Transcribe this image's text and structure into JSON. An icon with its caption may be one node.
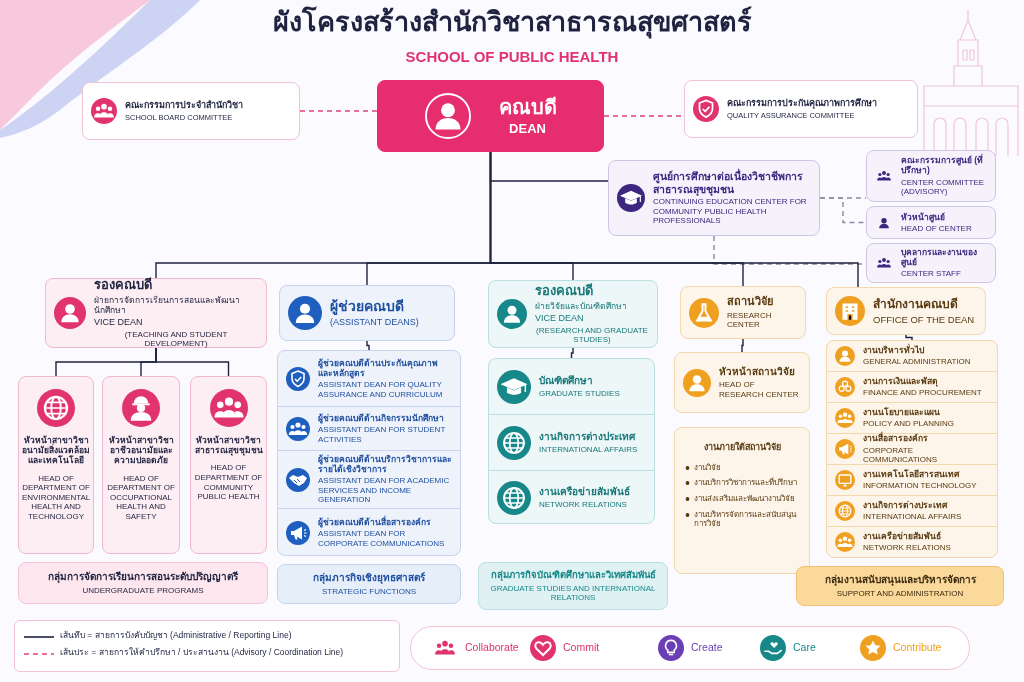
{
  "diagram": {
    "title": "ผังโครงสร้างสำนักวิชาสาธารณสุขศาสตร์",
    "nodes": [
      {
        "text": [
          "คณะกรรมการประจำสำนักวิชา",
          "SCHOOL BOARD COMMITTEE"
        ]
      },
      {
        "text": [
          "คณบดี",
          "DEAN"
        ]
      },
      {
        "text": [
          "คณะกรรมการประกันคุณภาพการศึกษา",
          "QUALITY ASSURANCE COMMITTEE"
        ]
      },
      {
        "text": [
          "ศูนย์การศึกษาต่อเนื่องวิชาชีพการสาธารณสุขชุมชน",
          "CONTINUING EDUCATION CENTER FOR COMMUNITY PUBLIC HEALTH PROFESSIONALS"
        ]
      },
      {
        "text": [
          "คณะกรรมการศูนย์ (ที่ปรึกษา)",
          "CENTER COMMITTEE (ADVISORY)"
        ]
      },
      {
        "text": [
          "หัวหน้าศูนย์",
          "HEAD OF CENTER"
        ]
      },
      {
        "text": [
          "บุคลากรและงานของศูนย์",
          "CENTER STAFF"
        ]
      },
      {
        "text": [
          "รองคณบดี",
          "ฝ่ายการจัดการเรียนการสอนและพัฒนานักศึกษา",
          "VICE DEAN",
          "(TEACHING AND STUDENT DEVELOPMENT)"
        ]
      },
      {
        "text": [
          "หัวหน้าสาขาวิชาอนามัยสิ่งแวดล้อมและเทคโนโลยี",
          "HEAD OF DEPARTMENT OF ENVIRONMENTAL HEALTH AND TECHNOLOGY"
        ]
      },
      {
        "text": [
          "หัวหน้าสาขาวิชาอาชีวอนามัยและความปลอดภัย",
          "HEAD OF DEPARTMENT OF OCCUPATIONAL HEALTH AND SAFETY"
        ]
      },
      {
        "text": [
          "หัวหน้าสาขาวิชาสาธารณสุขชุมชน",
          "HEAD OF DEPARTMENT OF COMMUNITY PUBLIC HEALTH"
        ]
      },
      {
        "text": [
          "กลุ่มการจัดการเรียนการสอนระดับปริญญาตรี",
          "UNDERGRADUATE PROGRAMS"
        ]
      },
      {
        "text": [
          "ผู้ช่วยคณบดี",
          "(ASSISTANT DEANS)"
        ]
      },
      {
        "text": [],
        "shape": "box"
      },
      {
        "text": [
          "ผู้ช่วยคณบดีด้านประกันคุณภาพและหลักสูตร",
          "ASSISTANT DEAN FOR QUALITY ASSURANCE AND CURRICULUM"
        ],
        "in": 13
      },
      {
        "text": [
          "ผู้ช่วยคณบดีด้านกิจกรรมนักศึกษา",
          "ASSISTANT DEAN FOR STUDENT ACTIVITIES"
        ],
        "in": 13
      },
      {
        "text": [
          "ผู้ช่วยคณบดีด้านบริการวิชาการและรายได้เชิงวิชาการ",
          "ASSISTANT DEAN FOR ACADEMIC SERVICES AND INCOME GENERATION"
        ],
        "in": 13
      },
      {
        "text": [
          "ผู้ช่วยคณบดีด้านสื่อสารองค์กร",
          "ASSISTANT DEAN FOR CORPORATE COMMUNICATIONS"
        ],
        "in": 13
      },
      {
        "text": [
          "กลุ่มภารกิจเชิงยุทธศาสตร์",
          "STRATEGIC FUNCTIONS"
        ]
      },
      {
        "text": [
          "รองคณบดี",
          "ฝ่ายวิจัยและบัณฑิตศึกษา",
          "VICE DEAN",
          "(RESEARCH AND GRADUATE STUDIES)"
        ]
      },
      {
        "text": [],
        "shape": "box"
      },
      {
        "text": [
          "บัณฑิตศึกษา",
          "GRADUATE STUDIES"
        ],
        "in": 20
      },
      {
        "text": [
          "งานกิจการต่างประเทศ",
          "INTERNATIONAL AFFAIRS"
        ],
        "in": 20
      },
      {
        "text": [
          "งานเครือข่ายสัมพันธ์",
          "NETWORK RELATIONS"
        ],
        "in": 20
      },
      {
        "text": [
          "กลุ่มภารกิจบัณฑิตศึกษาและวิเทศสัมพันธ์",
          "GRADUATE STUDIES AND INTERNATIONAL RELATIONS"
        ]
      },
      {
        "text": [
          "สถานวิจัย",
          "RESEARCH CENTER"
        ]
      },
      {
        "text": [
          "หัวหน้าสถานวิจัย",
          "HEAD OF RESEARCH CENTER"
        ]
      },
      {
        "text": [
          "งานภายใต้สถานวิจัย",
          "งานวิจัย",
          "งานบริการวิชาการและที่ปรึกษา",
          "งานส่งเสริมและพัฒนางานวิจัย",
          "งานบริหารจัดการและสนับสนุนการวิจัย"
        ]
      },
      {
        "text": [
          "สำนักงานคณบดี",
          "OFFICE OF THE DEAN"
        ]
      },
      {
        "text": [],
        "shape": "box"
      },
      {
        "text": [
          "งานบริหารทั่วไป",
          "GENERAL ADMINISTRATION"
        ],
        "in": 29
      },
      {
        "text": [
          "งานการเงินและพัสดุ",
          "FINANCE AND PROCUREMENT"
        ],
        "in": 29
      },
      {
        "text": [
          "งานนโยบายและแผน",
          "POLICY AND PLANNING"
        ],
        "in": 29
      },
      {
        "text": [
          "งานสื่อสารองค์กร",
          "CORPORATE COMMUNICATIONS"
        ],
        "in": 29
      },
      {
        "text": [
          "งานเทคโนโลยีสารสนเทศ",
          "INFORMATION TECHNOLOGY"
        ],
        "in": 29
      },
      {
        "text": [
          "งานกิจการต่างประเทศ",
          "INTERNATIONAL AFFAIRS"
        ],
        "in": 29
      },
      {
        "text": [
          "งานเครือข่ายสัมพันธ์",
          "NETWORK RELATIONS"
        ],
        "in": 29
      },
      {
        "text": [
          "กลุ่มงานสนับสนุนและบริหารจัดการ",
          "SUPPORT AND ADMINISTRATION"
        ]
      }
    ],
    "edges": [
      {
        "from": 0,
        "to": 1,
        "arrow": "none",
        "style": "dashed",
        "color": "#e0457b"
      },
      {
        "from": 1,
        "to": 2,
        "arrow": "none",
        "style": "dashed",
        "color": "#e0457b"
      },
      {
        "from": 1,
        "to": 3,
        "arrow": "none"
      },
      {
        "from": 3,
        "to": 4,
        "arrow": "none",
        "style": "dashed",
        "color": "#8a8a9a"
      },
      {
        "from": 3,
        "to": 5,
        "arrow": "none",
        "style": "dashed",
        "color": "#8a8a9a"
      },
      {
        "from": 3,
        "to": 6,
        "arrow": "none",
        "style": "dashed",
        "color": "#8a8a9a"
      },
      {
        "from": 1,
        "to": 7,
        "arrow": "none"
      },
      {
        "from": 1,
        "to": 12,
        "arrow": "none"
      },
      {
        "from": 1,
        "to": 19,
        "arrow": "none"
      },
      {
        "from": 1,
        "to": 25,
        "arrow": "none"
      },
      {
        "from": 1,
        "to": 28,
        "arrow": "none"
      },
      {
        "from": 7,
        "to": 8,
        "arrow": "none"
      },
      {
        "from": 7,
        "to": 9,
        "arrow": "none"
      },
      {
        "from": 7,
        "to": 10,
        "arrow": "none"
      },
      {
        "from": 12,
        "to": 13,
        "arrow": "none"
      },
      {
        "from": 19,
        "to": 20,
        "arrow": "none"
      },
      {
        "from": 25,
        "to": 26,
        "arrow": "none"
      },
      {
        "from": 28,
        "to": 29,
        "arrow": "none"
      }
    ],
    "labels": [
      "SCHOOL OF PUBLIC HEALTH",
      "Collaborate",
      "Commit",
      "Create",
      "Care",
      "Contribute"
    ],
    "legend": [
      {
        "text": "เส้นทึบ = สายการบังคับบัญชา (Administrative / Reporting Line)"
      },
      {
        "text": "เส้นประ = สายการให้คำปรึกษา / ประสานงาน (Advisory / Coordination Line)"
      }
    ]
  }
}
